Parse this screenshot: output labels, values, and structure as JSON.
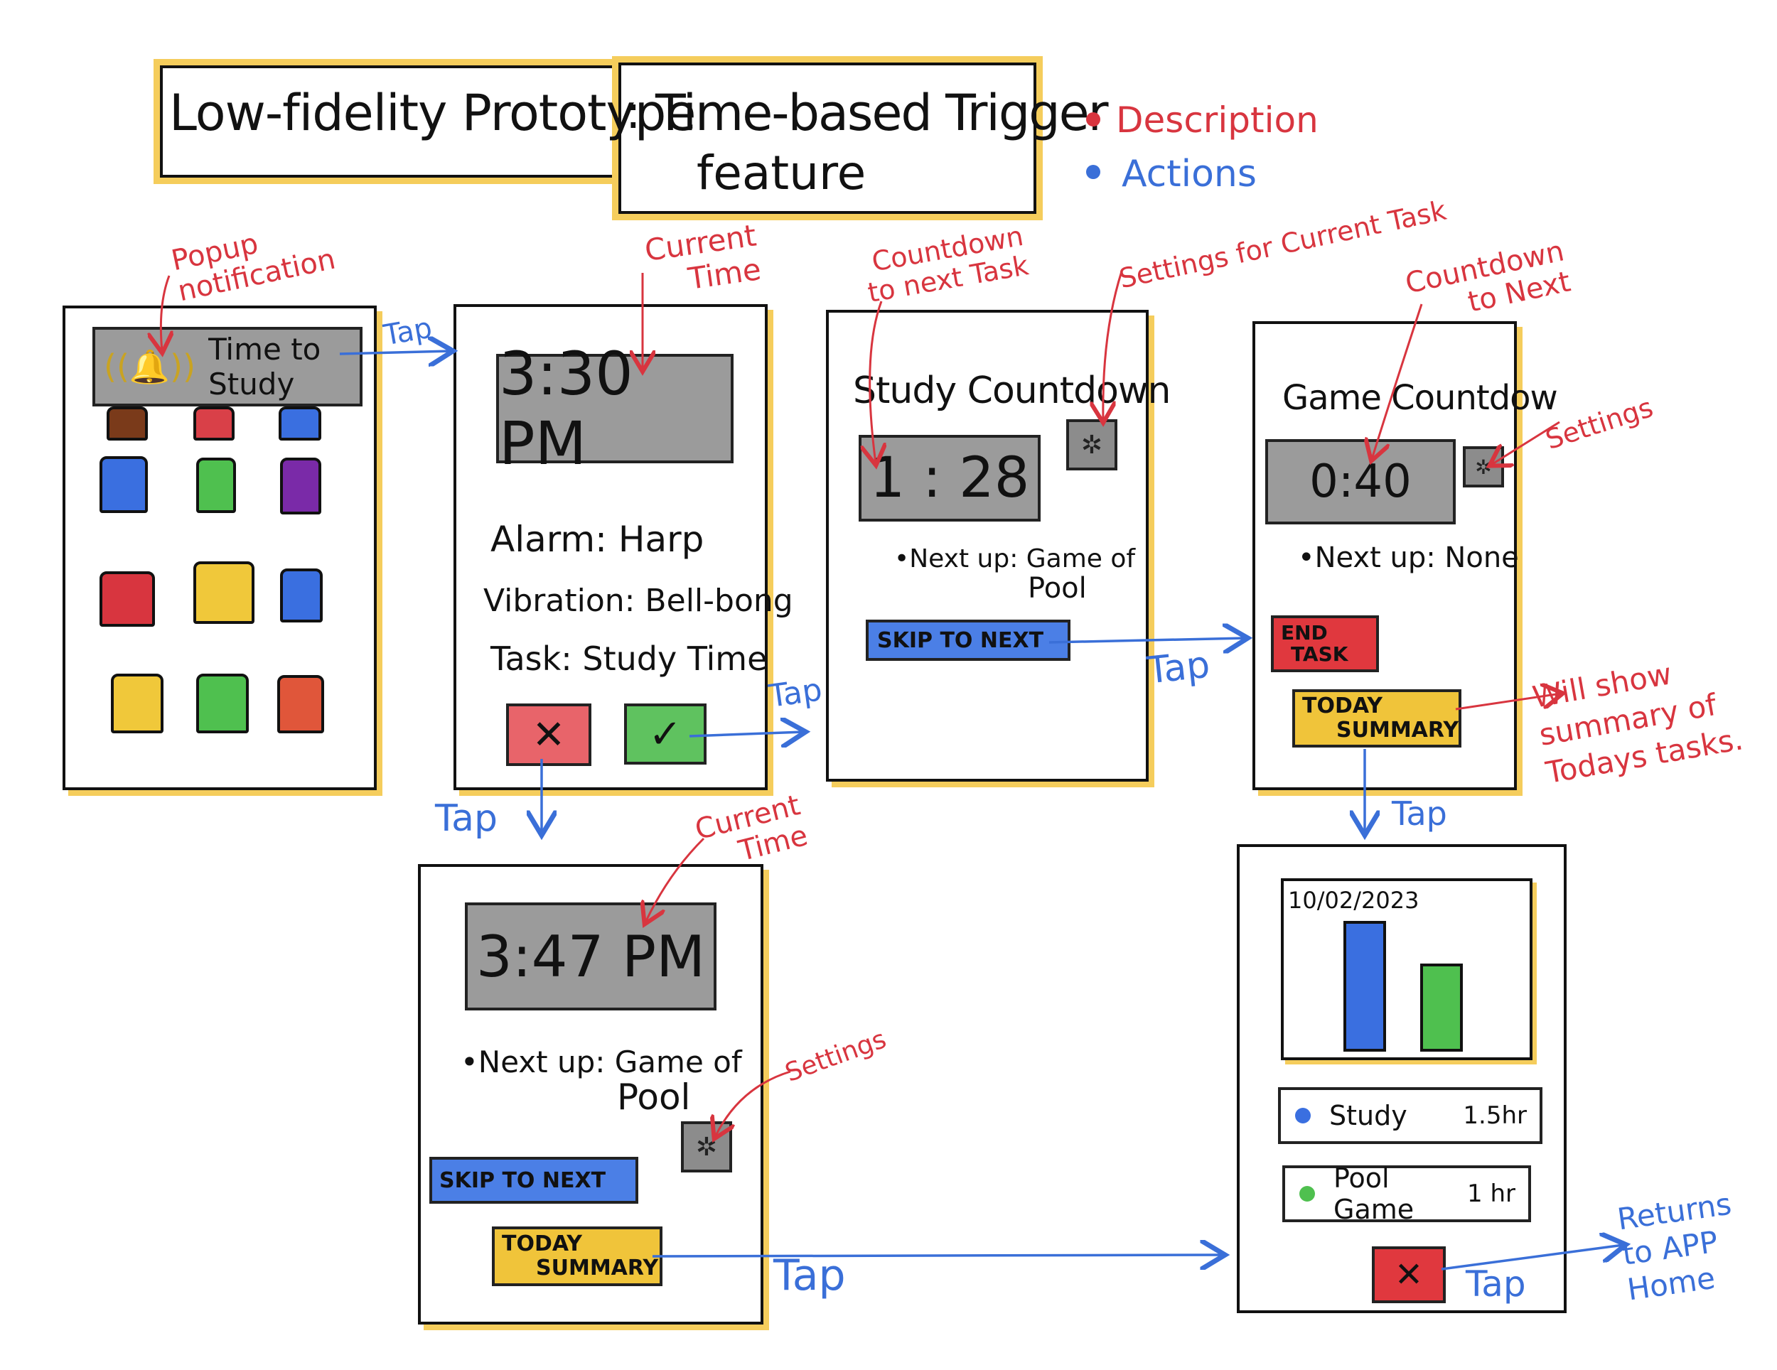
{
  "title": {
    "left": "Low-fidelity Prototype",
    "sep": ":",
    "right_line1": "Time-based Trigger",
    "right_line2": "feature"
  },
  "legend": {
    "description": "Description",
    "actions": "Actions",
    "description_color": "#d8353f",
    "actions_color": "#3a6fd8"
  },
  "screen1": {
    "notification_text": "Time to Study",
    "bell_icon": "bell-icon",
    "tile_colors": [
      "#7a3a1a",
      "#d94048",
      "#3a6fe0",
      "#3a6fe0",
      "#4fc04f",
      "#7a2aa8",
      "#d8353f",
      "#f0c83a",
      "#3a6fe0",
      "#f0c83a",
      "#4fc04f",
      "#e0563a"
    ]
  },
  "screen2": {
    "time": "3:30 PM",
    "alarm": "Alarm: Harp",
    "vibration": "Vibration: Bell-bong",
    "task": "Task: Study Time",
    "reject_glyph": "✕",
    "accept_glyph": "✓"
  },
  "screen3": {
    "title": "Study Countdown",
    "countdown": "1 : 28",
    "next_up": "•Next up: Game of",
    "next_up2": "Pool",
    "skip_label": "SKIP TO NEXT"
  },
  "screen4": {
    "title": "Game Countdow",
    "countdown": "0:40",
    "next_up": "•Next up: None",
    "end_label_1": "END",
    "end_label_2": "TASK",
    "summary_label_1": "TODAY",
    "summary_label_2": "SUMMARY"
  },
  "screen5": {
    "time": "3:47 PM",
    "next_up": "•Next up: Game of",
    "next_up2": "Pool",
    "skip_label": "SKIP TO NEXT",
    "summary_label_1": "TODAY",
    "summary_label_2": "SUMMARY"
  },
  "screen6": {
    "date": "10/02/2023",
    "rows": [
      {
        "label": "Study",
        "value": "1.5hr",
        "color": "#3a6fe0"
      },
      {
        "label": "Pool Game",
        "value": "1 hr",
        "color": "#4fc04f"
      }
    ],
    "close_glyph": "✕"
  },
  "chart_data": {
    "type": "bar",
    "title": "10/02/2023",
    "categories": [
      "Study",
      "Pool Game"
    ],
    "values": [
      1.5,
      1
    ],
    "colors": [
      "#3a6fe0",
      "#4fc04f"
    ],
    "xlabel": "",
    "ylabel": "",
    "ylim": [
      0,
      2
    ]
  },
  "annotations": {
    "popup": "Popup\nnotification",
    "current_time_1": "Current\nTime",
    "countdown_next_task": "Countdown\nto next Task",
    "settings_current_task": "Settings for Current Task",
    "countdown_next": "Countdown\nto Next",
    "settings_1": "Settings",
    "will_show": "Will show\nsummary of\nTodays tasks.",
    "current_time_2": "Current\nTime",
    "settings_2": "Settings",
    "returns": "Returns\nto APP\nHome"
  },
  "actions": {
    "tap_1": "Tap",
    "tap_2": "Tap",
    "tap_3": "Tap",
    "tap_4": "Tap",
    "tap_5": "Tap",
    "tap_6": "Tap",
    "tap_7": "Tap"
  }
}
